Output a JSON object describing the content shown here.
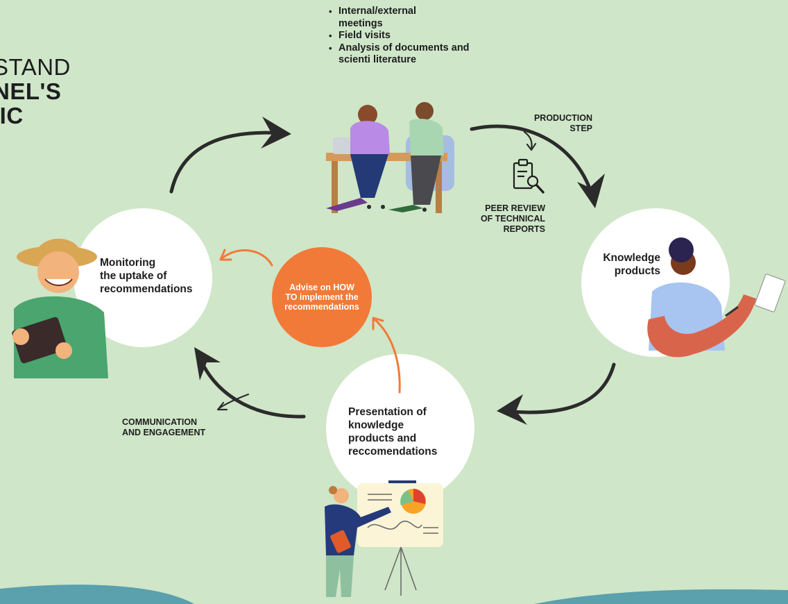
{
  "title": {
    "line1": "STAND",
    "line2": "NEL'S",
    "line3": "IIC"
  },
  "activities": [
    "Internal/external meetings",
    "Field visits",
    "Analysis of documents and scienti literature"
  ],
  "labels": {
    "production_step": [
      "PRODUCTION",
      "STEP"
    ],
    "peer_review": [
      "PEER REVIEW",
      "OF TECHNICAL",
      "REPORTS"
    ],
    "knowledge_products": [
      "Knowledge",
      "products"
    ],
    "monitoring": [
      "Monitoring",
      "the uptake of",
      "recommendations"
    ],
    "presentation": [
      "Presentation of",
      "knowledge",
      "products and",
      "reccomendations"
    ],
    "communication": [
      "COMMUNICATION",
      "AND ENGAGEMENT"
    ],
    "advise": "Advise on HOW TO implement the recommendations"
  },
  "colors": {
    "background": "#cfe6c8",
    "accent_orange": "#f27a38",
    "arrow_dark": "#2b2b2b",
    "circle": "#ffffff"
  }
}
